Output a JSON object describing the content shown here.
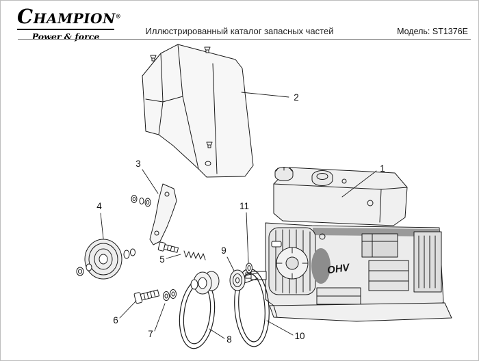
{
  "header": {
    "logo": {
      "brand": "CHAMPION",
      "registered": "®",
      "tagline": "Power & force"
    },
    "title": "Иллюстрированный каталог запасных частей",
    "model": "Модель: ST1376E"
  },
  "diagram": {
    "engine_badge": "OHV",
    "callouts": [
      "1",
      "2",
      "3",
      "4",
      "5",
      "6",
      "7",
      "8",
      "9",
      "10",
      "11"
    ]
  }
}
